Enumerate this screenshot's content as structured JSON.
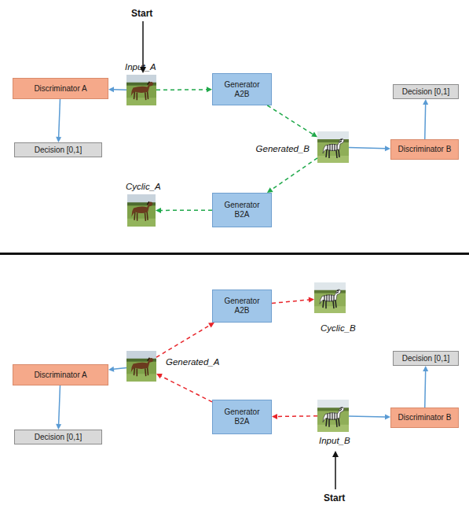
{
  "diagram": {
    "nodes": [
      {
        "text": [
          "Discriminator A"
        ]
      },
      {
        "text": [
          "Decision [0,1]"
        ]
      },
      {
        "text": [
          "Input_A"
        ]
      },
      {
        "text": [
          "Generator A2B"
        ]
      },
      {
        "text": [
          "Decision [0,1]"
        ]
      },
      {
        "text": [
          "Generated_B"
        ]
      },
      {
        "text": [
          "Discriminator B"
        ]
      },
      {
        "text": [
          "Cyclic_A"
        ]
      },
      {
        "text": [
          "Generator B2A"
        ]
      },
      {
        "text": [
          "Generator A2B"
        ]
      },
      {
        "text": [
          "Cyclic_B"
        ]
      },
      {
        "text": [
          "Decision [0,1]"
        ]
      },
      {
        "text": [
          "Discriminator A"
        ]
      },
      {
        "text": [
          "Generated_A"
        ]
      },
      {
        "text": [
          "Decision [0,1]"
        ]
      },
      {
        "text": [
          "Generator B2A"
        ]
      },
      {
        "text": [
          "Input_B"
        ]
      },
      {
        "text": [
          "Discriminator B"
        ]
      }
    ],
    "edges": [
      {
        "from": 2,
        "to": 0,
        "arrow": "to"
      },
      {
        "from": 0,
        "to": 1,
        "arrow": "to"
      },
      {
        "from": 2,
        "to": 3,
        "arrow": "to"
      },
      {
        "from": 3,
        "to": 5,
        "arrow": "to"
      },
      {
        "from": 5,
        "to": 6,
        "arrow": "to"
      },
      {
        "from": 6,
        "to": 4,
        "arrow": "to"
      },
      {
        "from": 5,
        "to": 8,
        "arrow": "to"
      },
      {
        "from": 8,
        "to": 7,
        "arrow": "to"
      },
      {
        "from": 16,
        "to": 15,
        "arrow": "to"
      },
      {
        "from": 15,
        "to": 13,
        "arrow": "to"
      },
      {
        "from": 13,
        "to": 9,
        "arrow": "to"
      },
      {
        "from": 9,
        "to": 10,
        "arrow": "to"
      },
      {
        "from": 13,
        "to": 12,
        "arrow": "to"
      },
      {
        "from": 12,
        "to": 14,
        "arrow": "to"
      },
      {
        "from": 16,
        "to": 17,
        "arrow": "to"
      },
      {
        "from": 17,
        "to": 11,
        "arrow": "to"
      }
    ],
    "labels": [
      "Start",
      "Start"
    ]
  }
}
